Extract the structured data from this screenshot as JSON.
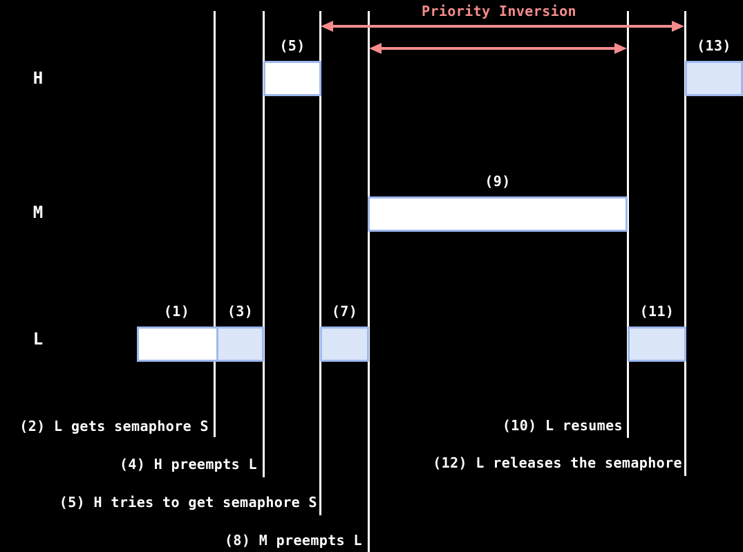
{
  "header": {
    "title": "Priority Inversion"
  },
  "colors": {
    "background": "#000000",
    "accent_salmon": "#F58C8C",
    "box_border_blue": "#9FB9EE",
    "box_fill_blue": "#DCE6F9",
    "box_fill_white": "#FFFFFF",
    "timeline_line": "#FFFFFF",
    "text": "#FFFFFF"
  },
  "rows": {
    "h": {
      "label": "H"
    },
    "m": {
      "label": "M"
    },
    "l": {
      "label": "L"
    }
  },
  "blocks": {
    "b1": {
      "label": "(1)",
      "row": "L",
      "fill": "white"
    },
    "b3": {
      "label": "(3)",
      "row": "L",
      "fill": "blue"
    },
    "b5": {
      "label": "(5)",
      "row": "H",
      "fill": "white"
    },
    "b7": {
      "label": "(7)",
      "row": "L",
      "fill": "blue"
    },
    "b9": {
      "label": "(9)",
      "row": "M",
      "fill": "white"
    },
    "b11": {
      "label": "(11)",
      "row": "L",
      "fill": "blue"
    },
    "b13": {
      "label": "(13)",
      "row": "H",
      "fill": "blue"
    }
  },
  "annotations": {
    "a2": {
      "text": "(2) L gets semaphore S"
    },
    "a4": {
      "text": "(4) H preempts L"
    },
    "a5": {
      "text": "(5) H tries to get semaphore S"
    },
    "a8": {
      "text": "(8) M preempts L"
    },
    "a10": {
      "text": "(10) L resumes"
    },
    "a12": {
      "text": "(12) L releases the semaphore"
    }
  }
}
